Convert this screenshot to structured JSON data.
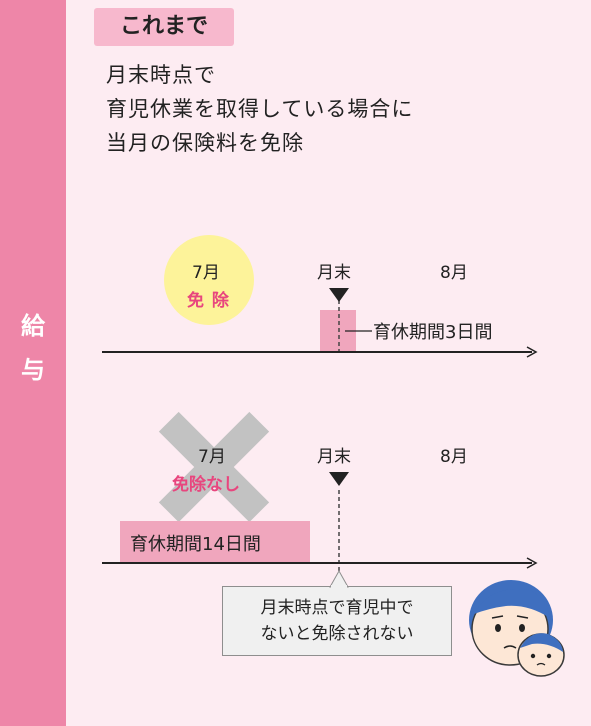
{
  "sidebar": {
    "label_line1": "給",
    "label_line2": "与"
  },
  "header": {
    "badge": "これまで"
  },
  "description": {
    "line1": "月末時点で",
    "line2": "育児休業を取得している場合に",
    "line3": "当月の保険料を免除"
  },
  "timeline1": {
    "month_current": "7月",
    "exempt_label": "免 除",
    "month_end": "月末",
    "month_next": "8月",
    "leave_label": "育休期間3日間"
  },
  "timeline2": {
    "month_current": "7月",
    "no_exempt_label": "免除なし",
    "month_end": "月末",
    "month_next": "8月",
    "leave_label": "育休期間14日間",
    "callout_line1": "月末時点で育児中で",
    "callout_line2": "ないと免除されない"
  },
  "colors": {
    "pink_sidebar": "#ee86a8",
    "panel_bg": "#fdecf2",
    "badge_bg": "#f7b8cd",
    "exempt_circle": "#fdf39a",
    "exempt_text": "#e8467e",
    "leave_bar": "#f0a6bd",
    "cross": "#c2c2c2"
  }
}
